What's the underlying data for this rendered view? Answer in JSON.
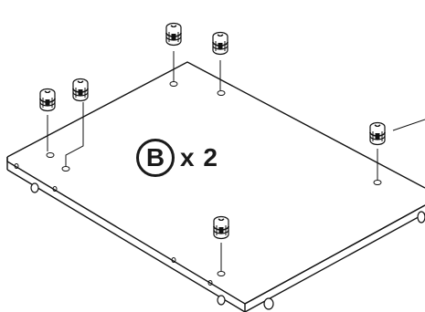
{
  "diagram": {
    "label": {
      "letter": "B",
      "quantity": "x 2"
    },
    "cam_lock_count": 6
  }
}
